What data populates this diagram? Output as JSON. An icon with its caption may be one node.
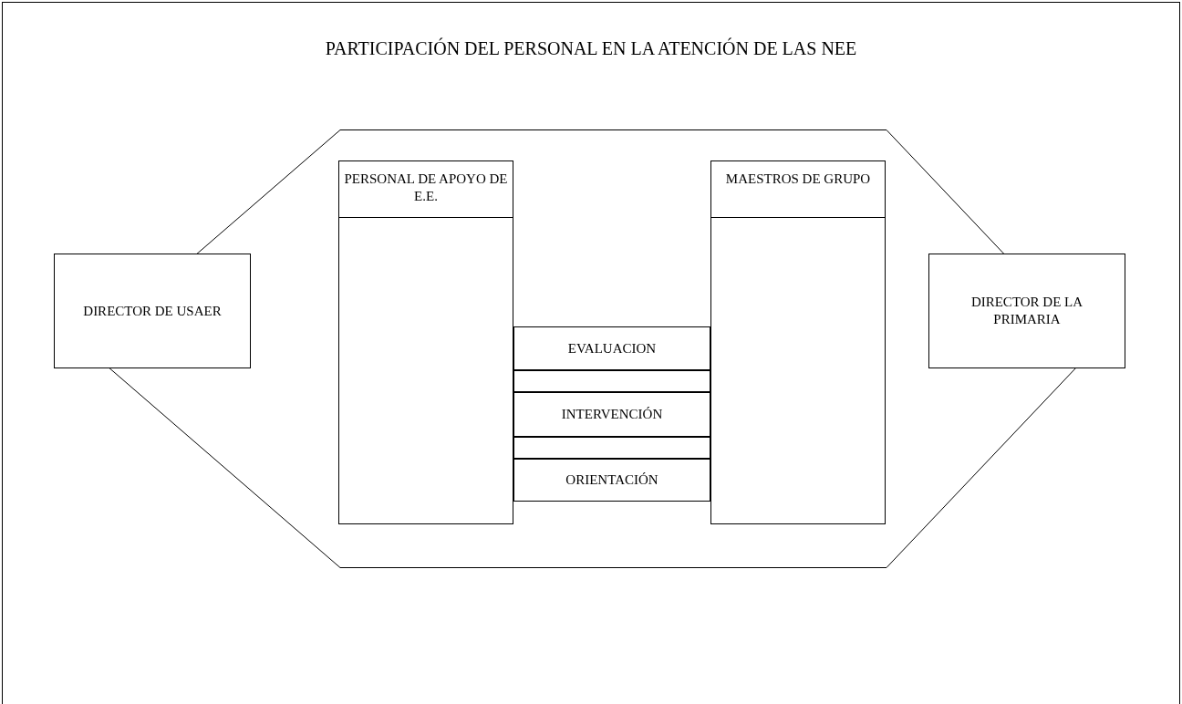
{
  "diagram": {
    "title": "PARTICIPACIÓN DEL PERSONAL EN LA ATENCIÓN DE LAS NEE",
    "nodes": [
      {
        "text": [],
        "shape": "hexagon"
      },
      {
        "text": [
          "DIRECTOR DE USAER"
        ]
      },
      {
        "text": [
          "PERSONAL DE APOYO DE E.E."
        ],
        "in": 0
      },
      {
        "text": [
          "MAESTROS DE GRUPO"
        ],
        "in": 0
      },
      {
        "text": [
          "EVALUACION"
        ],
        "in": 0
      },
      {
        "text": [],
        "shape": "bar",
        "in": 0
      },
      {
        "text": [
          "INTERVENCIÓN"
        ],
        "in": 0
      },
      {
        "text": [],
        "shape": "bar",
        "in": 0
      },
      {
        "text": [
          "ORIENTACIÓN"
        ],
        "in": 0
      },
      {
        "text": [
          "DIRECTOR DE LA PRIMARIA"
        ]
      }
    ]
  }
}
